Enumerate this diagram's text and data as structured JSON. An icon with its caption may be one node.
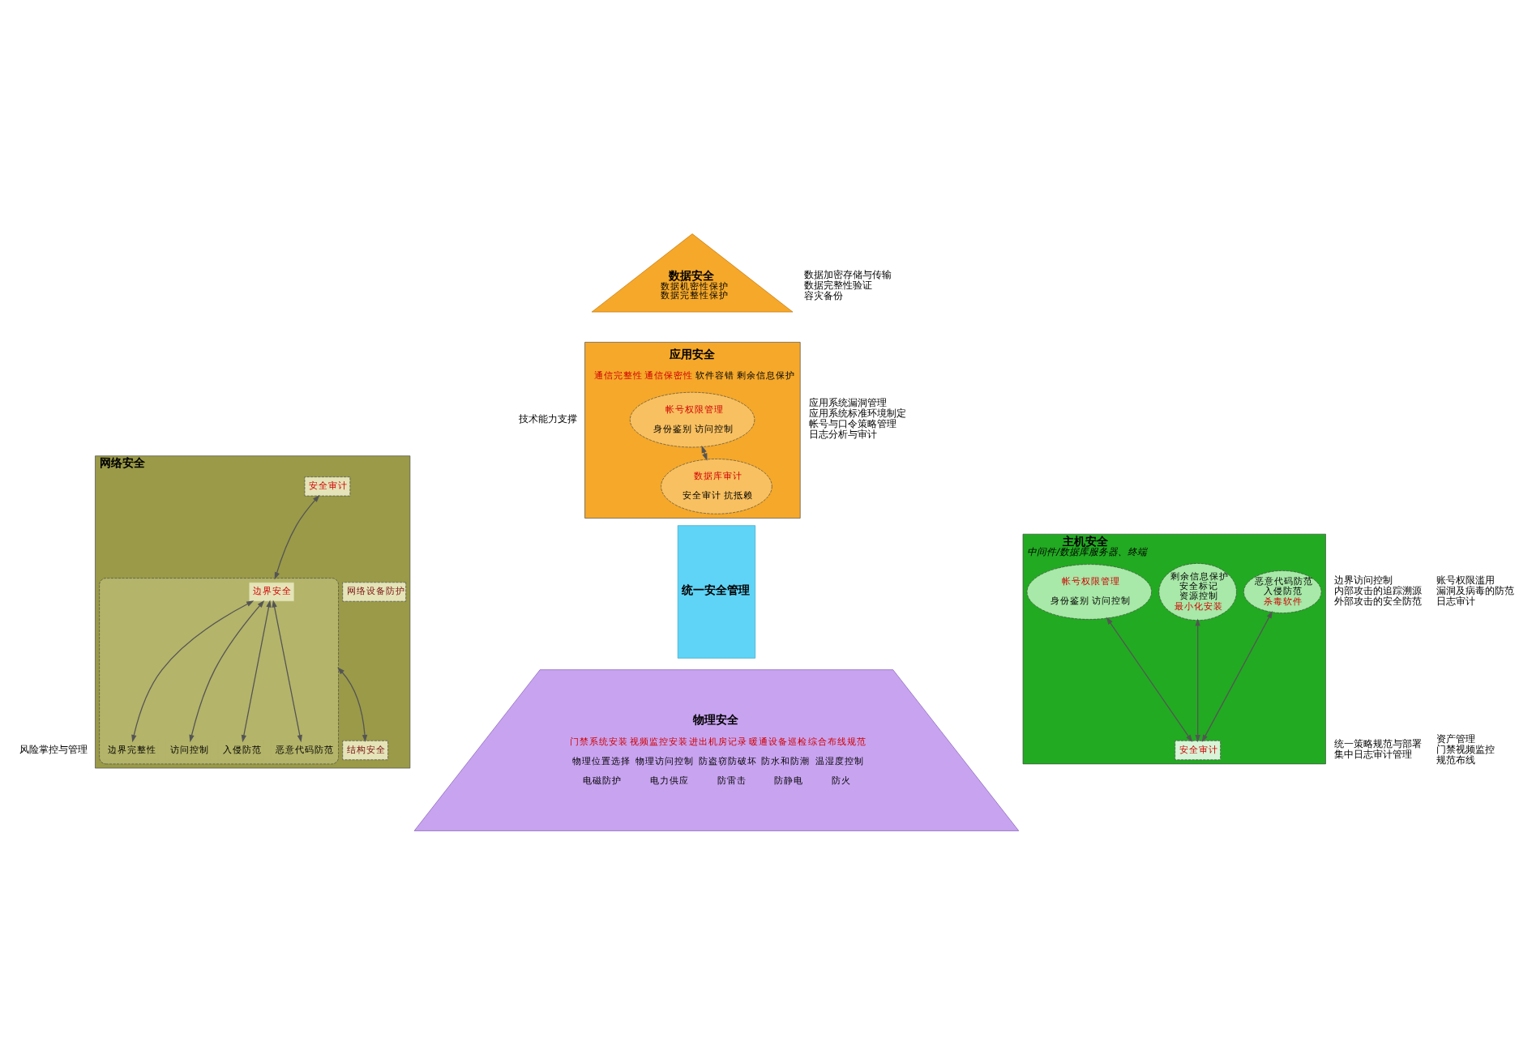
{
  "diagram": {
    "nodes": [
      {
        "text": [
          "数据安全",
          "数据机密性保护",
          "数据完整性保护"
        ]
      },
      {
        "text": [
          "应用安全",
          "通信完整性",
          "通信保密性",
          "软件容错",
          "剩余信息保护"
        ]
      },
      {
        "text": [
          "帐号权限管理",
          "身份鉴别",
          "访问控制"
        ],
        "in": 1
      },
      {
        "text": [
          "数据库审计",
          "安全审计",
          "抗抵赖"
        ],
        "in": 1
      },
      {
        "text": [
          "网络安全"
        ]
      },
      {
        "text": [
          "安全审计"
        ],
        "in": 4
      },
      {
        "text": [],
        "shape": "cloud",
        "in": 4
      },
      {
        "text": [
          "边界安全"
        ],
        "in": 6
      },
      {
        "text": [
          "边界完整性"
        ],
        "in": 6
      },
      {
        "text": [
          "访问控制"
        ],
        "in": 6
      },
      {
        "text": [
          "入侵防范"
        ],
        "in": 6
      },
      {
        "text": [
          "恶意代码防范"
        ],
        "in": 6
      },
      {
        "text": [
          "结构安全"
        ],
        "in": 4
      },
      {
        "text": [
          "网络设备防护"
        ],
        "in": 4
      },
      {
        "text": [
          "统一安全管理"
        ]
      },
      {
        "text": [
          "主机安全",
          "中间件/数据库服务器、终端"
        ]
      },
      {
        "text": [
          "恶意代码防范",
          "入侵防范",
          "杀毒软件"
        ],
        "in": 15
      },
      {
        "text": [
          "剩余信息保护",
          "安全标记",
          "资源控制",
          "最小化安装"
        ],
        "in": 15
      },
      {
        "text": [
          "帐号权限管理",
          "身份鉴别",
          "访问控制"
        ],
        "in": 15
      },
      {
        "text": [
          "安全审计"
        ],
        "in": 15
      },
      {
        "text": [
          "物理安全",
          "门禁系统安装",
          "视频监控安装",
          "进出机房记录",
          "暖通设备巡检",
          "综合布线规范",
          "物理位置选择",
          "物理访问控制",
          "防盗窃防破坏",
          "防水和防潮",
          "温湿度控制",
          "电磁防护",
          "电力供应",
          "防雷击",
          "防静电",
          "防火"
        ]
      }
    ],
    "edges": [
      {
        "from": 2,
        "to": 3,
        "arrow": "both"
      },
      {
        "from": 5,
        "to": 6,
        "arrow": "both"
      },
      {
        "from": 7,
        "to": 8,
        "arrow": "both"
      },
      {
        "from": 7,
        "to": 9,
        "arrow": "both"
      },
      {
        "from": 7,
        "to": 10,
        "arrow": "both"
      },
      {
        "from": 7,
        "to": 11,
        "arrow": "both"
      },
      {
        "from": 6,
        "to": 12,
        "arrow": "both"
      },
      {
        "from": 16,
        "to": 19,
        "arrow": "both"
      },
      {
        "from": 17,
        "to": 19,
        "arrow": "both"
      },
      {
        "from": 18,
        "to": 19,
        "arrow": "both"
      }
    ],
    "labels": [
      "技术能力支撑",
      "风险掌控与管理",
      "数据加密存储与传输",
      "数据完整性验证",
      "容灾备份",
      "应用系统漏洞管理",
      "应用系统标准环境制定",
      "帐号与口令策略管理",
      "日志分析与审计",
      "边界访问控制",
      "内部攻击的追踪溯源",
      "外部攻击的安全防范",
      "账号权限滥用",
      "漏洞及病毒的防范",
      "日志审计",
      "统一策略规范与部署",
      "集中日志审计管理",
      "资产管理",
      "门禁视频监控",
      "规范布线"
    ]
  }
}
